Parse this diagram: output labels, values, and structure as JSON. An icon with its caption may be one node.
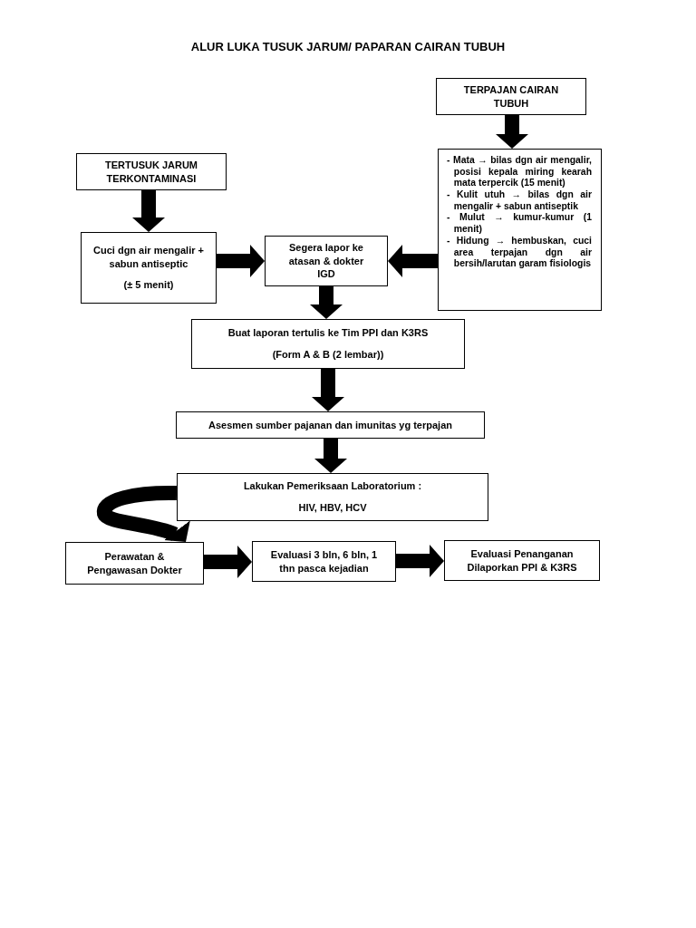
{
  "diagram": {
    "title": "ALUR LUKA TUSUK JARUM/ PAPARAN CAIRAN TUBUH",
    "nodes": [
      {
        "text": [
          "TERPAJAN CAIRAN TUBUH"
        ]
      },
      {
        "text": [
          "TERTUSUK JARUM TERKONTAMINASI"
        ]
      },
      {
        "text": [
          "- Mata → bilas dgn air mengalir, posisi kepala miring kearah mata terpercik (15 menit)",
          "- Kulit utuh → bilas dgn air mengalir + sabun antiseptik",
          "- Mulut → kumur-kumur (1 menit)",
          "- Hidung → hembuskan, cuci area terpajan dgn air bersih/larutan garam fisiologis"
        ]
      },
      {
        "text": [
          "Cuci dgn air mengalir + sabun antiseptic",
          "(± 5 menit)"
        ]
      },
      {
        "text": [
          "Segera lapor ke atasan & dokter IGD"
        ]
      },
      {
        "text": [
          "Buat laporan tertulis ke Tim PPI dan K3RS",
          "(Form A & B (2 lembar))"
        ]
      },
      {
        "text": [
          "Asesmen sumber pajanan dan imunitas yg terpajan"
        ]
      },
      {
        "text": [
          "Lakukan Pemeriksaan Laboratorium :",
          "HIV, HBV, HCV"
        ]
      },
      {
        "text": [
          "Perawatan & Pengawasan Dokter"
        ]
      },
      {
        "text": [
          "Evaluasi 3 bln, 6 bln, 1 thn pasca kejadian"
        ]
      },
      {
        "text": [
          "Evaluasi Penanganan Dilaporkan PPI & K3RS"
        ]
      }
    ],
    "edges": [
      {
        "from": 0,
        "to": 2,
        "arrow": "to"
      },
      {
        "from": 1,
        "to": 3,
        "arrow": "to"
      },
      {
        "from": 3,
        "to": 4,
        "arrow": "to"
      },
      {
        "from": 2,
        "to": 4,
        "arrow": "to"
      },
      {
        "from": 4,
        "to": 5,
        "arrow": "to"
      },
      {
        "from": 5,
        "to": 6,
        "arrow": "to"
      },
      {
        "from": 6,
        "to": 7,
        "arrow": "to"
      },
      {
        "from": 7,
        "to": 8,
        "arrow": "to"
      },
      {
        "from": 8,
        "to": 9,
        "arrow": "to"
      },
      {
        "from": 9,
        "to": 10,
        "arrow": "to"
      }
    ]
  }
}
